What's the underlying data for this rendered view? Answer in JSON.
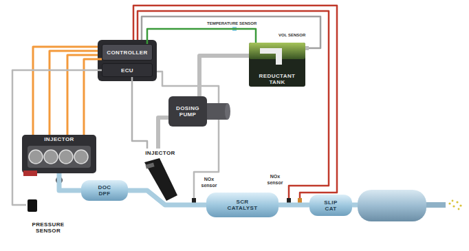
{
  "diagram": {
    "nodes": [
      {
        "text": [
          "CONTROLLER"
        ]
      },
      {
        "text": [
          "ECU"
        ]
      },
      {
        "text": [
          "INJECTOR"
        ]
      },
      {
        "text": [
          "DOSING PUMP"
        ]
      },
      {
        "text": [
          "REDUCTANT TANK"
        ]
      },
      {
        "text": [
          "INJECTOR"
        ]
      },
      {
        "text": [
          "DOC DPF"
        ]
      },
      {
        "text": [
          "SCR CATALYST"
        ]
      },
      {
        "text": [
          "SLIP CAT"
        ]
      },
      {
        "text": [
          "PRESSURE SENSOR"
        ]
      }
    ],
    "edges": [
      {
        "from": 0,
        "to": 2,
        "arrow": "none"
      },
      {
        "from": 0,
        "to": 4,
        "arrow": "none"
      },
      {
        "from": 1,
        "to": 5,
        "arrow": "none"
      },
      {
        "from": 1,
        "to": 9,
        "arrow": "none"
      },
      {
        "from": 4,
        "to": 3,
        "arrow": "none"
      },
      {
        "from": 3,
        "to": 5,
        "arrow": "none"
      },
      {
        "from": 2,
        "to": 6,
        "arrow": "none"
      },
      {
        "from": 6,
        "to": 7,
        "arrow": "none"
      },
      {
        "from": 7,
        "to": 8,
        "arrow": "none"
      }
    ],
    "labels": [
      "TEMPERATURE SENSOR",
      "VOL SENSOR",
      "NOx sensor",
      "NOx sensor"
    ]
  }
}
